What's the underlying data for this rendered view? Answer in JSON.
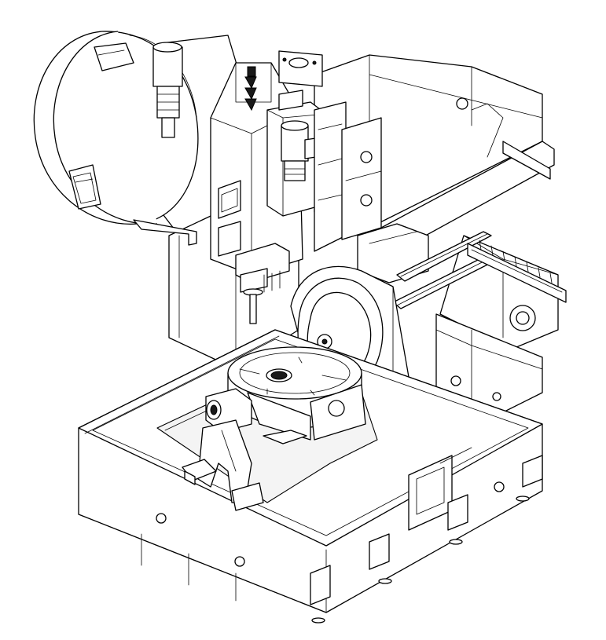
{
  "drawing": {
    "style": "monochrome isometric line drawing",
    "colors": {
      "line": "#000000",
      "background": "#ffffff",
      "dark_fill": "#1a1a1a"
    },
    "components": [
      {
        "id": "machine-base",
        "icon": "base-casting"
      },
      {
        "id": "work-table",
        "icon": "table-plate"
      },
      {
        "id": "trunnion-support",
        "icon": "tailstock-support"
      },
      {
        "id": "rotary-table",
        "icon": "rotary-table"
      },
      {
        "id": "tilting-head",
        "icon": "tilting-axis"
      },
      {
        "id": "saddle",
        "icon": "saddle"
      },
      {
        "id": "linear-guideways",
        "icon": "linear-rail"
      },
      {
        "id": "column",
        "icon": "column"
      },
      {
        "id": "spindle-head",
        "icon": "spindle-head"
      },
      {
        "id": "z-axis-motor",
        "icon": "servo-motor"
      },
      {
        "id": "tool-magazine",
        "icon": "tool-magazine"
      },
      {
        "id": "atc-motor",
        "icon": "servo-motor"
      }
    ]
  }
}
